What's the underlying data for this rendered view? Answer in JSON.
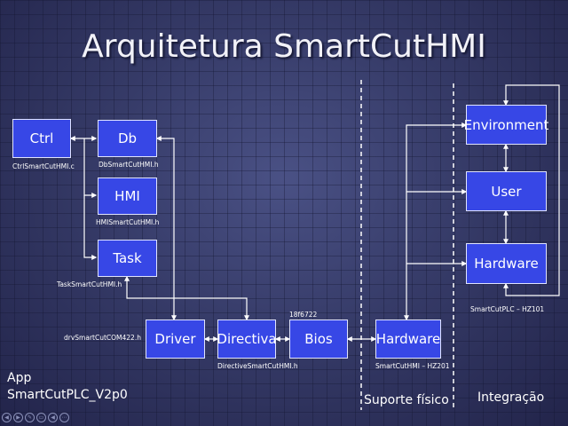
{
  "title": "Arquitetura SmartCutHMI",
  "boxes": {
    "ctrl": "Ctrl",
    "db": "Db",
    "hmi": "HMI",
    "task": "Task",
    "driver": "Driver",
    "directiva": "Directiva",
    "bios": "Bios",
    "hardware_mid": "Hardware",
    "environment": "Environment",
    "user": "User",
    "hardware_right": "Hardware"
  },
  "captions": {
    "ctrl": "CtrlSmartCutHMI.c",
    "db": "DbSmartCutHMI.h",
    "hmi": "HMISmartCutHMI.h",
    "task": "TaskSmartCutHMI.h",
    "driver": "drvSmartCutCOM422.h",
    "directiva": "DirectiveSmartCutHMI.h",
    "bios": "18f6722",
    "hardware_mid": "SmartCutHMI – HZ201",
    "hardware_right": "SmartCutPLC – HZ101"
  },
  "sections": {
    "app_line1": "App",
    "app_line2": "SmartCutPLC_V2p0",
    "suporte": "Suporte físico",
    "integracao": "Integração"
  },
  "nav_icons": [
    "prev-icon",
    "next-icon",
    "pen-icon",
    "slide-menu-icon",
    "prev-icon",
    "more-icon"
  ]
}
